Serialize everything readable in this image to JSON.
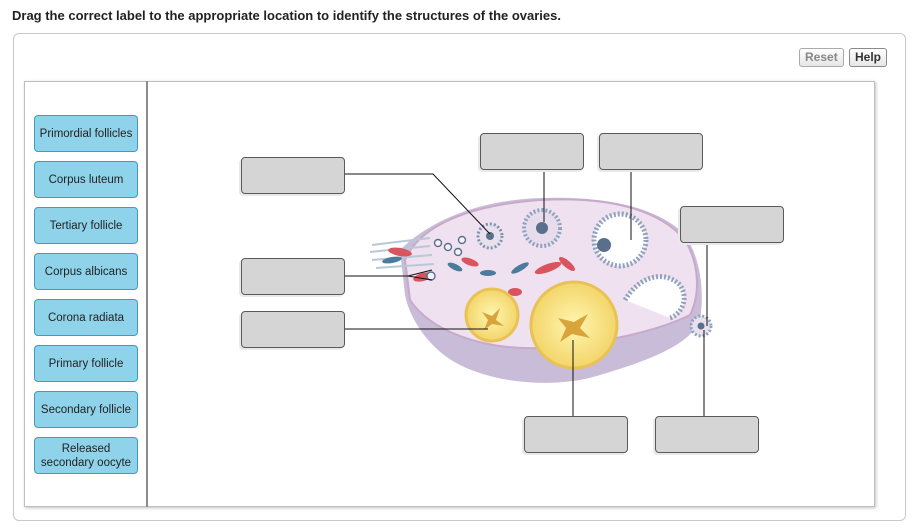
{
  "instruction": "Drag the correct label to the appropriate location to identify the structures of the ovaries.",
  "toolbar": {
    "reset_label": "Reset",
    "help_label": "Help"
  },
  "labels": [
    "Primordial follicles",
    "Corpus luteum",
    "Tertiary follicle",
    "Corpus albicans",
    "Corona radiata",
    "Primary follicle",
    "Secondary follicle",
    "Released secondary oocyte"
  ],
  "colors": {
    "label_fill": "#8fd3ea",
    "label_border": "#3e9cc0",
    "dropzone_fill": "#d5d5d5"
  }
}
